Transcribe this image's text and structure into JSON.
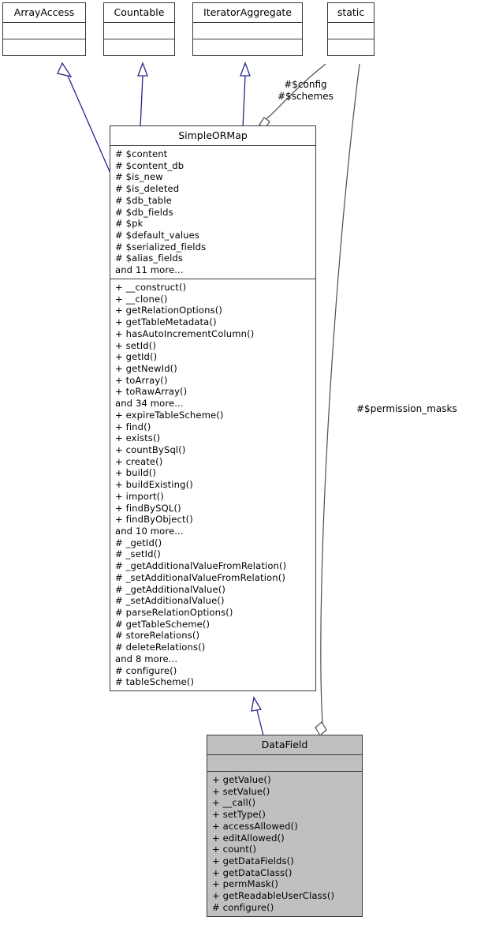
{
  "diagram": {
    "type": "uml-class-diagram",
    "colors": {
      "background": "#ffffff",
      "box_border": "#3a3a3a",
      "box_fill": "#ffffff",
      "highlight_fill": "#c0c0c0",
      "inheritance_edge": "#27278c",
      "association_edge": "#4d4d4d",
      "text": "#000000"
    },
    "classes": [
      {
        "id": "array_access",
        "name": "ArrayAccess",
        "attributes": [],
        "methods": [],
        "highlighted": false
      },
      {
        "id": "countable",
        "name": "Countable",
        "attributes": [],
        "methods": [],
        "highlighted": false
      },
      {
        "id": "iterator_aggregate",
        "name": "IteratorAggregate",
        "attributes": [],
        "methods": [],
        "highlighted": false
      },
      {
        "id": "static",
        "name": "static",
        "attributes": [],
        "methods": [],
        "highlighted": false
      },
      {
        "id": "simple_or_map",
        "name": "SimpleORMap",
        "highlighted": false,
        "attributes": [
          "# $content",
          "# $content_db",
          "# $is_new",
          "# $is_deleted",
          "# $db_table",
          "# $db_fields",
          "# $pk",
          "# $default_values",
          "# $serialized_fields",
          "# $alias_fields",
          "and 11 more..."
        ],
        "methods": [
          "+ __construct()",
          "+ __clone()",
          "+ getRelationOptions()",
          "+ getTableMetadata()",
          "+ hasAutoIncrementColumn()",
          "+ setId()",
          "+ getId()",
          "+ getNewId()",
          "+ toArray()",
          "+ toRawArray()",
          "and 34 more...",
          "+ expireTableScheme()",
          "+ find()",
          "+ exists()",
          "+ countBySql()",
          "+ create()",
          "+ build()",
          "+ buildExisting()",
          "+ import()",
          "+ findBySQL()",
          "+ findByObject()",
          "and 10 more...",
          "# _getId()",
          "# _setId()",
          "# _getAdditionalValueFromRelation()",
          "# _setAdditionalValueFromRelation()",
          "# _getAdditionalValue()",
          "# _setAdditionalValue()",
          "# parseRelationOptions()",
          "# getTableScheme()",
          "# storeRelations()",
          "# deleteRelations()",
          "and 8 more...",
          "# configure()",
          "# tableScheme()"
        ]
      },
      {
        "id": "data_field",
        "name": "DataField",
        "highlighted": true,
        "attributes": [],
        "methods": [
          "+ getValue()",
          "+ setValue()",
          "+ __call()",
          "+ setType()",
          "+ accessAllowed()",
          "+ editAllowed()",
          "+ count()",
          "+ getDataFields()",
          "+ getDataClass()",
          "+ permMask()",
          "+ getReadableUserClass()",
          "# configure()"
        ]
      }
    ],
    "edge_labels": {
      "static_to_simpleormap_line1": "#$config",
      "static_to_simpleormap_line2": "#$schemes",
      "static_to_datafield": "#$permission_masks"
    },
    "relations": [
      {
        "from": "simple_or_map",
        "to": "array_access",
        "kind": "generalization"
      },
      {
        "from": "simple_or_map",
        "to": "countable",
        "kind": "generalization"
      },
      {
        "from": "simple_or_map",
        "to": "iterator_aggregate",
        "kind": "generalization"
      },
      {
        "from": "simple_or_map",
        "to": "static",
        "kind": "aggregation"
      },
      {
        "from": "data_field",
        "to": "simple_or_map",
        "kind": "generalization"
      },
      {
        "from": "data_field",
        "to": "static",
        "kind": "aggregation"
      }
    ]
  }
}
